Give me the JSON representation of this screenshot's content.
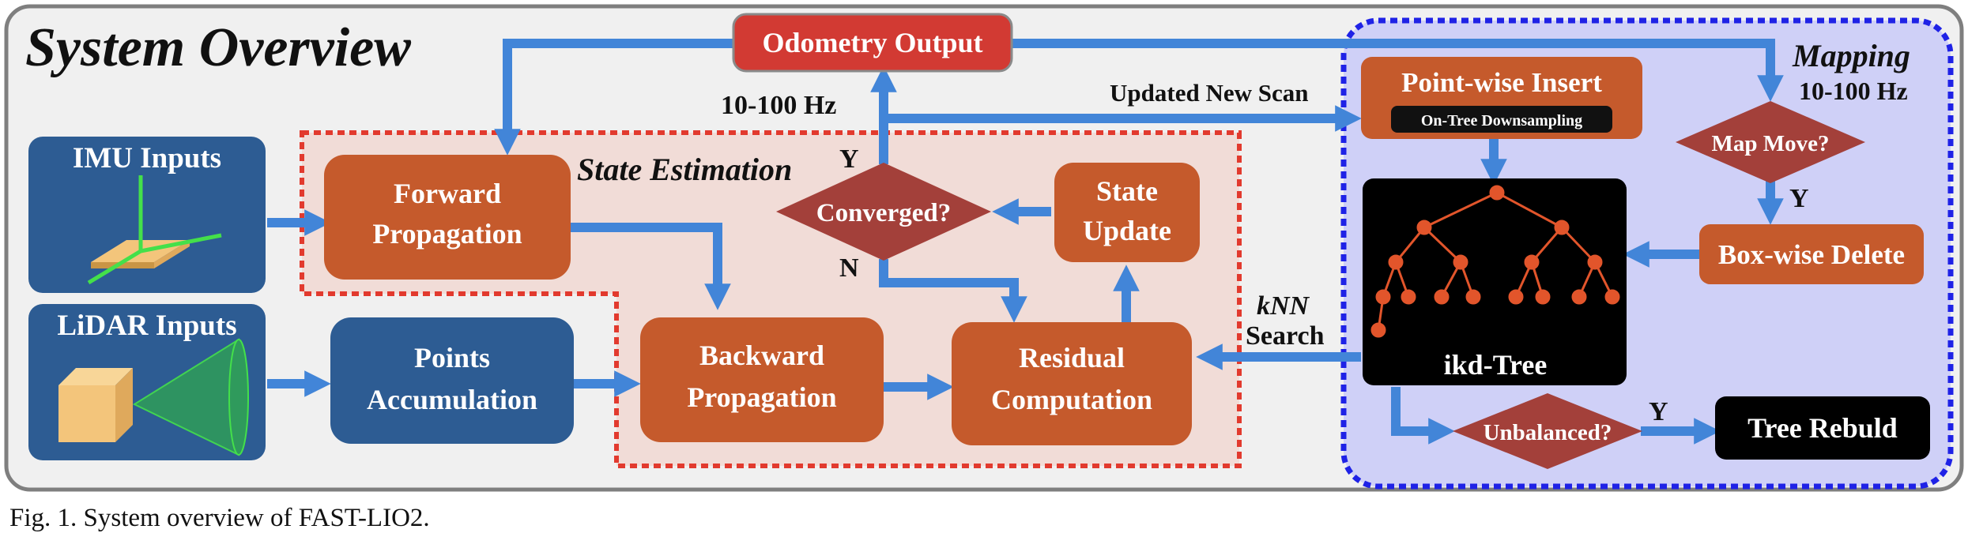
{
  "title": "System Overview",
  "caption": "Fig. 1.  System overview of FAST-LIO2.",
  "blocks": {
    "imu_inputs": "IMU Inputs",
    "lidar_inputs": "LiDAR Inputs",
    "forward_propagation": [
      "Forward",
      "Propagation"
    ],
    "points_accumulation": [
      "Points",
      "Accumulation"
    ],
    "backward_propagation": [
      "Backward",
      "Propagation"
    ],
    "residual_computation": [
      "Residual",
      "Computation"
    ],
    "state_update": [
      "State",
      "Update"
    ],
    "converged": "Converged?",
    "odometry_output": "Odometry Output",
    "point_wise_insert": "Point-wise Insert",
    "on_tree_downsampling": "On-Tree Downsampling",
    "ikd_tree": "ikd-Tree",
    "map_move": "Map Move?",
    "box_wise_delete": "Box-wise Delete",
    "unbalanced": "Unbalanced?",
    "tree_rebuild": "Tree Rebuld"
  },
  "regions": {
    "state_estimation": "State Estimation",
    "mapping": "Mapping"
  },
  "labels": {
    "odom_rate": "10-100 Hz",
    "mapping_rate": "10-100 Hz",
    "updated_new_scan": "Updated New Scan",
    "knn": "kNN",
    "search": "Search",
    "y_converged": "Y",
    "n_converged": "N",
    "y_map_move": "Y",
    "y_unbalanced": "Y"
  },
  "colors": {
    "outer_fill": "#f0f0f0",
    "outer_stroke": "#7f7f7f",
    "blue_block": "#2d5c93",
    "orange_block": "#c55a2c",
    "red_diamond": "#a3403a",
    "odometry_red": "#d23a33",
    "arrow_blue": "#4285d8",
    "state_region_fill": "#f1dcd7",
    "state_region_stroke": "#e23a2e",
    "mapping_fill": "#cfd0f7",
    "mapping_stroke": "#1f22e6",
    "tree_node": "#e2552b"
  }
}
